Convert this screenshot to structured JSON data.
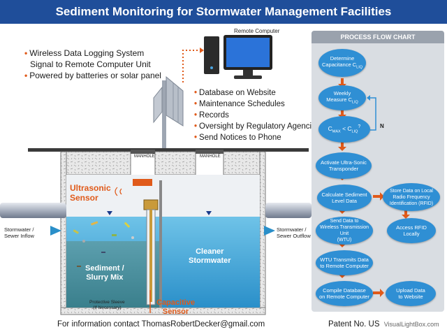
{
  "title": "Sediment Monitoring for Stormwater Management Facilities",
  "left_bullets": [
    "Wireless Data Logging System",
    "Signal to Remote Computer Unit",
    "Powered by batteries or solar panel"
  ],
  "remote_computer_label": "Remote Computer",
  "right_bullets": [
    "Database on Website",
    "Maintenance Schedules",
    "Records",
    "Oversight by Regulatory Agencies",
    "Send Notices to Phone"
  ],
  "manhole_label": "MANHOLE",
  "ultrasonic_label_1": "Ultrasonic",
  "ultrasonic_label_2": "Sensor",
  "inflow_label_1": "Stormwater /",
  "inflow_label_2": "Sewer Inflow",
  "outflow_label_1": "Stormwater /",
  "outflow_label_2": "Sewer Outflow",
  "sediment_label_1": "Sediment /",
  "sediment_label_2": "Slurry Mix",
  "cleaner_label_1": "Cleaner",
  "cleaner_label_2": "Stormwater",
  "sleeve_label_1": "Protective Sleeve",
  "sleeve_label_2": "(If Necessary)",
  "capacitive_label_1": "Capacitive",
  "capacitive_label_2": "Sensor",
  "flow": {
    "header": "PROCESS FLOW CHART",
    "n1_a": "Determine",
    "n1_b": "Capacitance C",
    "n1_sub": "LIQ",
    "n2_a": "Weekly",
    "n2_b": "Measure C",
    "n2_sub": "LIQ",
    "n3_a": "C",
    "n3_sub1": "MAX",
    "n3_mid": " < C",
    "n3_sub2": "LIQ",
    "n3_q": "?",
    "n3_no": "N",
    "n4_a": "Activate Ultra-Sonic",
    "n4_b": "Transponder",
    "n5_a": "Calculate Sediment",
    "n5_b": "Level Data",
    "n6_a": "Store Data on Local",
    "n6_b": "Radio Frequency",
    "n6_c": "Identification (RFID)",
    "n7_a": "Send Data to",
    "n7_b": "Wireless Transmission Unit",
    "n7_c": "(WTU)",
    "n8_a": "Access RFID",
    "n8_b": "Locally",
    "n9_a": "WTU Transmits Data",
    "n9_b": "to Remote Computer",
    "n10_a": "Compile Database",
    "n10_b": "on Remote Computer",
    "n11_a": "Upload Data",
    "n11_b": "to Website"
  },
  "footer_contact": "For information contact ThomasRobertDecker@gmail.com",
  "footer_patent": "Patent No. US",
  "watermark": "VisualLightBox.com",
  "colors": {
    "title_bg": "#1f4e9a",
    "accent_orange": "#e05a1a",
    "node_blue": "#2f8fd4",
    "panel_gray": "#d9dde2"
  }
}
